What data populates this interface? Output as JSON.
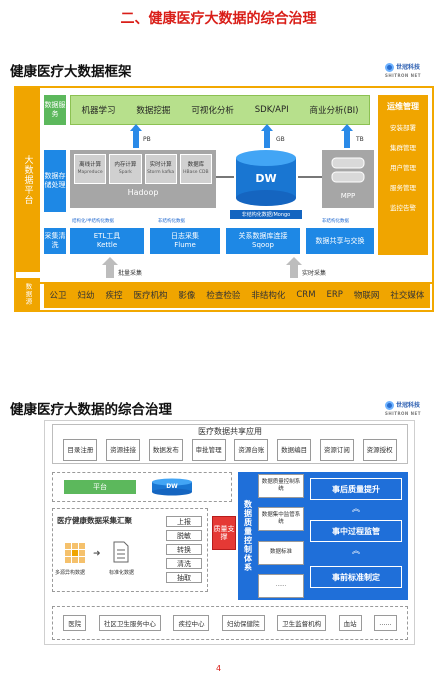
{
  "main_title": "二、健康医疗大数据的综合治理",
  "logo": {
    "name": "世冠科技",
    "sub": "SHITRON NET"
  },
  "section1": {
    "title": "健康医疗大数据框架",
    "left_label": "大数据平台",
    "row_labels": {
      "service": "数据服务",
      "storage": "数据存储处理",
      "collect": "采集清洗",
      "sources": "数据源"
    },
    "service_items": [
      "机器学习",
      "数据挖掘",
      "可视化分析",
      "SDK/API",
      "商业分析(BI)"
    ],
    "ops_title": "运维管理",
    "ops_items": [
      "安装部署",
      "集群管理",
      "用户管理",
      "服务管理",
      "监控告警"
    ],
    "arrows_top": [
      "PB",
      "GB",
      "TB"
    ],
    "hadoop": {
      "label": "Hadoop",
      "modules": [
        {
          "name": "离线计算",
          "sub": "Mapreduce"
        },
        {
          "name": "内存计算",
          "sub": "Spark"
        },
        {
          "name": "实时计算",
          "sub": "Storm kafka"
        },
        {
          "name": "数据库",
          "sub": "HBase CDB"
        }
      ]
    },
    "dw": {
      "label": "DW",
      "note": "非结构化数据/Mongo"
    },
    "mpp": "MPP",
    "collect_items": [
      "ETL工具\nKettle",
      "日志采集\nFlume",
      "关系数据库连接\nSqoop",
      "数据共享与交换"
    ],
    "collect_notes": [
      "结构化/半结构化数据",
      "非结构化数据",
      "",
      "非结构化数据"
    ],
    "flow_labels": {
      "batch": "批量采集",
      "realtime": "实时采集"
    },
    "sources": [
      "公卫",
      "妇幼",
      "疾控",
      "医疗机构",
      "影像",
      "检查检验",
      "非结构化",
      "CRM",
      "ERP",
      "物联网",
      "社交媒体"
    ]
  },
  "section2": {
    "title": "健康医疗大数据的综合治理",
    "share": {
      "title": "医疗数据共享应用",
      "items": [
        "目录注册",
        "资源挂接",
        "数据发布",
        "审批管理",
        "资源台账",
        "数据编目",
        "资源订阅",
        "资源授权"
      ]
    },
    "platform": "平台",
    "dw": "DW",
    "collect_title": "医疗健康数据采集汇聚",
    "icon_labels": [
      "多源异构数据",
      "标准化数据"
    ],
    "steps": [
      "上报",
      "脱敏",
      "转换",
      "清洗",
      "抽取"
    ],
    "quality_support": "质量支撑",
    "control_title": "数据质量控制体系",
    "control_items": [
      "数据质量控制系统",
      "数据集中监管系统",
      "数据标准",
      "......"
    ],
    "stages": [
      "事后质量提升",
      "事中过程监管",
      "事前标准制定"
    ],
    "sources": [
      "医院",
      "社区卫生服务中心",
      "疾控中心",
      "妇幼保健院",
      "卫生监督机构",
      "血站",
      "......"
    ]
  },
  "page_number": "4",
  "colors": {
    "red": "#d91e18",
    "orange": "#f0a500",
    "green": "#5cb85c",
    "blue": "#1e88e5"
  }
}
